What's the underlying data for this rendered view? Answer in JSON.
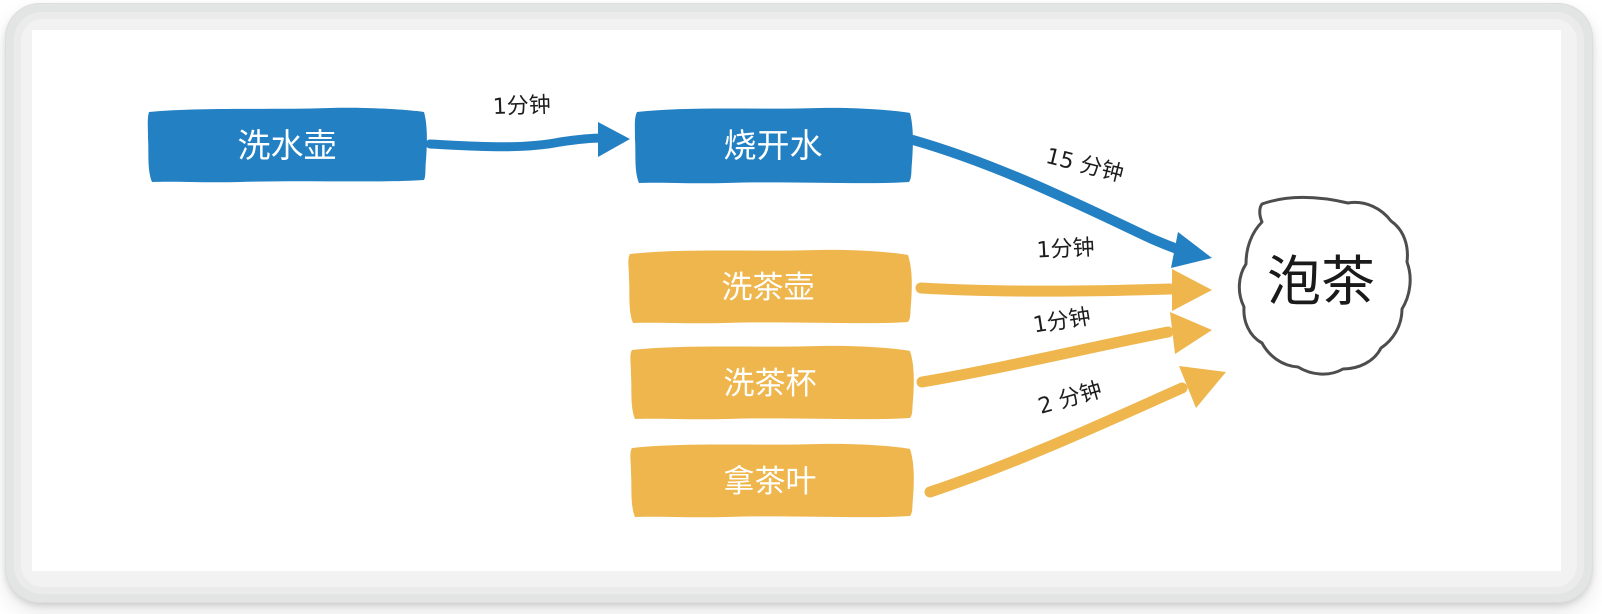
{
  "diagram": {
    "type": "process-flow",
    "title": "",
    "palette": {
      "blue": "#2380c3",
      "orange": "#eeb64d",
      "goal_outline": "#4d4d4d",
      "node_text_light": "#ffffff",
      "goal_text": "#1a1a1a",
      "edge_label_text": "#1d1d1d",
      "canvas": "#ffffff",
      "frame": "#e3e4e4"
    },
    "nodes": [
      {
        "id": "wash-kettle",
        "label": "洗水壶",
        "shape": "rough-rect",
        "color": "blue",
        "text_color": "#ffffff"
      },
      {
        "id": "boil-water",
        "label": "烧开水",
        "shape": "rough-rect",
        "color": "blue",
        "text_color": "#ffffff"
      },
      {
        "id": "wash-teapot",
        "label": "洗茶壶",
        "shape": "rough-rect",
        "color": "orange",
        "text_color": "#ffffff"
      },
      {
        "id": "wash-teacup",
        "label": "洗茶杯",
        "shape": "rough-rect",
        "color": "orange",
        "text_color": "#ffffff"
      },
      {
        "id": "get-tea-leaves",
        "label": "拿茶叶",
        "shape": "rough-rect",
        "color": "orange",
        "text_color": "#ffffff"
      },
      {
        "id": "brew-tea",
        "label": "泡茶",
        "shape": "rough-circle",
        "color": "outline",
        "text_color": "#1a1a1a"
      }
    ],
    "edges": [
      {
        "id": "e1",
        "from": "wash-kettle",
        "to": "boil-water",
        "label": "1分钟",
        "color": "blue"
      },
      {
        "id": "e2",
        "from": "boil-water",
        "to": "brew-tea",
        "label": "15 分钟",
        "color": "blue"
      },
      {
        "id": "e3",
        "from": "wash-teapot",
        "to": "brew-tea",
        "label": "1分钟",
        "color": "orange"
      },
      {
        "id": "e4",
        "from": "wash-teacup",
        "to": "brew-tea",
        "label": "1分钟",
        "color": "orange"
      },
      {
        "id": "e5",
        "from": "get-tea-leaves",
        "to": "brew-tea",
        "label": "2 分钟",
        "color": "orange"
      }
    ]
  }
}
